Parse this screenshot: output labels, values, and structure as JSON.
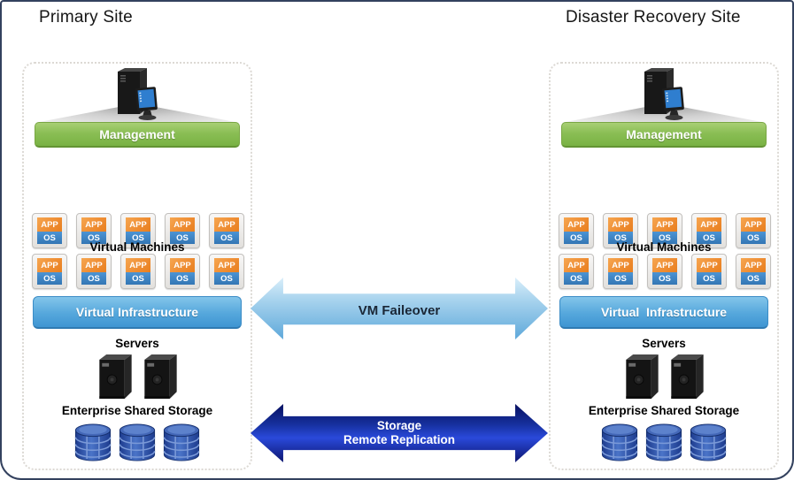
{
  "sites": [
    {
      "title": "Primary Site",
      "management_label": "Management",
      "virtual_machines_label": "Virtual Machines",
      "virtual_infrastructure_label": "Virtual Infrastructure",
      "servers_label": "Servers",
      "storage_label": "Enterprise Shared Storage",
      "vm_count": 10,
      "server_count": 2,
      "storage_count": 3
    },
    {
      "title": "Disaster Recovery Site",
      "management_label": "Management",
      "virtual_machines_label": "Virtual Machines",
      "virtual_infrastructure_label": "Virtual  Infrastructure",
      "servers_label": "Servers",
      "storage_label": "Enterprise Shared Storage",
      "vm_count": 10,
      "server_count": 2,
      "storage_count": 3
    }
  ],
  "vm_icon": {
    "app_label": "APP",
    "os_label": "OS",
    "per_row": 5
  },
  "arrows": {
    "vm_failover": {
      "label": "VM Faileover"
    },
    "storage": {
      "line1": "Storage",
      "line2": "Remote Replication"
    }
  },
  "colors": {
    "outer_border": "#33415e",
    "management_banner": "#8abe54",
    "infrastructure_banner": "#55a7dc",
    "vm_app": "#ee8c31",
    "vm_os": "#3376b4",
    "vm_failover_arrow": "#5ea8da",
    "storage_arrow": "#16309e",
    "storage_cylinder": "#3a63b8"
  }
}
